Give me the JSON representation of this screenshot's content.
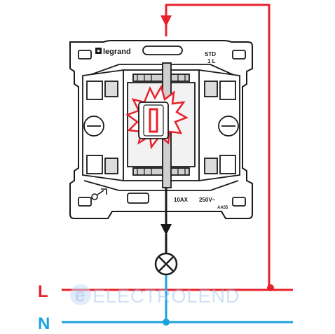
{
  "brand": "legrand",
  "model_line1": "STD",
  "model_line2": "1 L",
  "rating_current": "10AX",
  "rating_voltage": "250V~",
  "rating_code": "AA55",
  "line_label": "L",
  "neutral_label": "N",
  "watermark": "ELECTROLEND",
  "watermark_mark": "e",
  "colors": {
    "line_wire": "#e8212b",
    "neutral_wire": "#1aa3df",
    "outline": "#1a1a1a",
    "switch_fill": "#ffffff",
    "indicator": "#e8212b",
    "watermark": "#a8c8f0"
  },
  "icons": [
    "legrand-logo-icon",
    "earth-symbol-icon",
    "lamp-icon",
    "spark-icon"
  ]
}
